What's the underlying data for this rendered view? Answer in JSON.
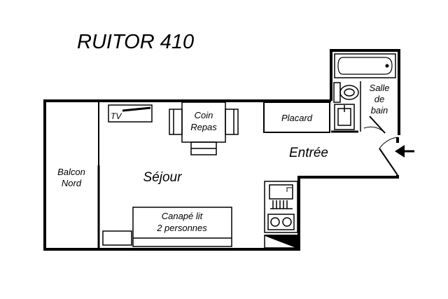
{
  "title": "RUITOR 410",
  "rooms": {
    "balcon_line1": "Balcon",
    "balcon_line2": "Nord",
    "sejour": "Séjour",
    "entree": "Entrée",
    "placard": "Placard",
    "coin_line1": "Coin",
    "coin_line2": "Repas",
    "sdb_line1": "Salle",
    "sdb_line2": "de",
    "sdb_line3": "bain",
    "canape_line1": "Canapé lit",
    "canape_line2": "2 personnes",
    "tv": "TV"
  }
}
